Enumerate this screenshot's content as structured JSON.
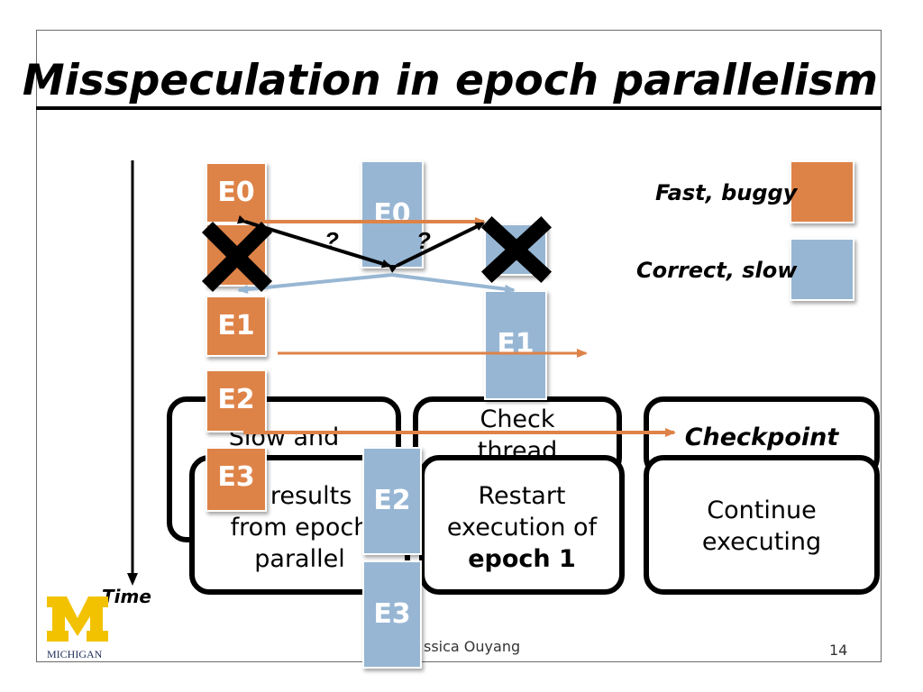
{
  "slide": {
    "title": "Misspeculation in epoch parallelism",
    "time_label": "Time",
    "author_fragment": "ssica Ouyang",
    "page_number": "14",
    "logo_text": "MICHIGAN"
  },
  "legend": {
    "fast": "Fast, buggy",
    "slow": "Correct, slow"
  },
  "epochs": {
    "e0_orange": "E0",
    "e1_orange": "E1",
    "e2_orange": "E2",
    "e3_orange": "E3",
    "e0_blue": "E0",
    "e1_blue": "E1",
    "e2_blue": "E2",
    "e3_blue": "E3"
  },
  "question_marks": [
    "?",
    "?"
  ],
  "back_boxes": {
    "left": "Slow and",
    "middle": "Check thread",
    "right": "Checkpoint"
  },
  "front_boxes": {
    "left": [
      "e results",
      "from epoch",
      "parallel"
    ],
    "middle_lines": [
      "Restart",
      "execution of"
    ],
    "middle_bold": "epoch 1",
    "right": [
      "Continue",
      "executing"
    ]
  },
  "colors": {
    "fast": "#de8348",
    "slow": "#97b6d3"
  }
}
